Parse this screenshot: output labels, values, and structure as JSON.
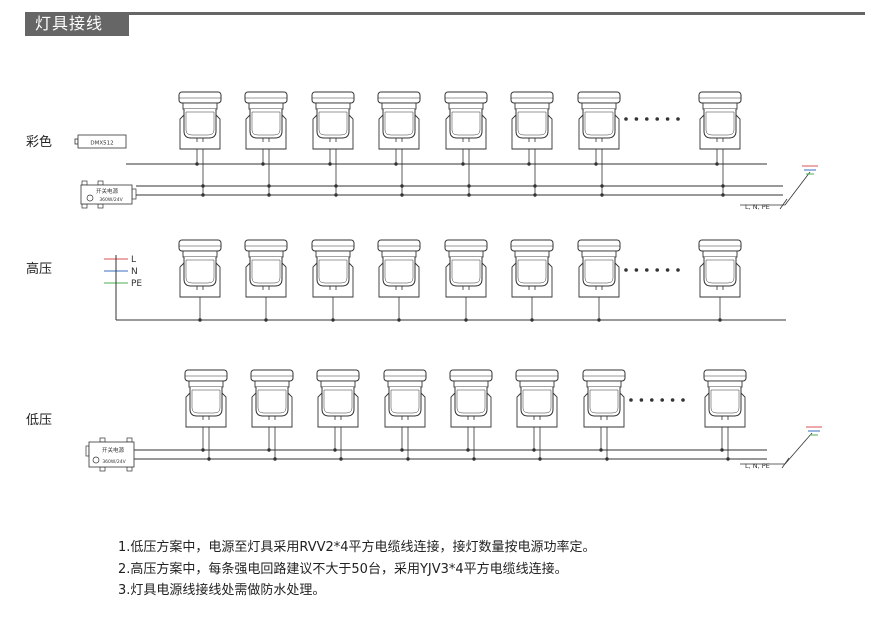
{
  "header": {
    "title": "灯具接线"
  },
  "sections": [
    {
      "label": "彩色",
      "controller": "DMX512",
      "psu_title": "开关电源",
      "psu_spec": "360W/24V",
      "terminal": "L, N, PE"
    },
    {
      "label": "高压",
      "wires": [
        "L",
        "N",
        "PE"
      ]
    },
    {
      "label": "低压",
      "psu_title": "开关电源",
      "psu_spec": "360W/24V",
      "terminal": "L, N, PE"
    }
  ],
  "ellipsis": "……",
  "colors": {
    "line": "#333333",
    "header_bg": "#666666",
    "live_wire": "#d9534f",
    "neutral_wire": "#3a6fbf",
    "earth_wire": "#4caf50"
  },
  "notes": [
    "1.低压方案中，电源至灯具采用RVV2*4平方电缆线连接，接灯数量按电源功率定。",
    "2.高压方案中，每条强电回路建议不大于50台，采用YJV3*4平方电缆线连接。",
    "3.灯具电源线接线处需做防水处理。"
  ]
}
